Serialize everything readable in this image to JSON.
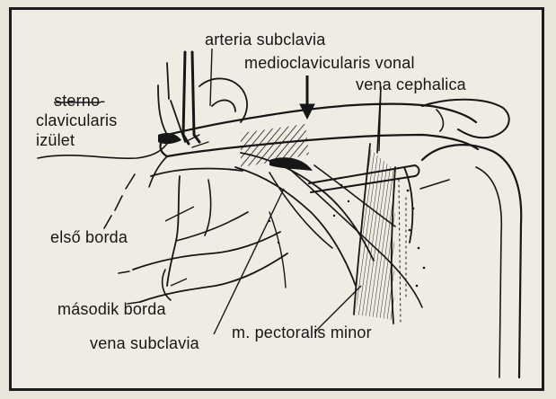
{
  "labels": {
    "arteria_subclavia": "arteria subclavia",
    "medioclavicularis_vonal": "medioclavicularis vonal",
    "vena_cephalica": "vena cephalica",
    "sterno": "sterno-",
    "clavicularis": "clavicularis",
    "izulet": "izület",
    "elso_borda": "első borda",
    "masodik_borda": "második borda",
    "vena_subclavia": "vena subclavia",
    "pectoralis_minor": "m. pectoralis minor"
  },
  "colors": {
    "ink": "#161616",
    "paper": "#efece3",
    "background": "#e9e5da"
  }
}
